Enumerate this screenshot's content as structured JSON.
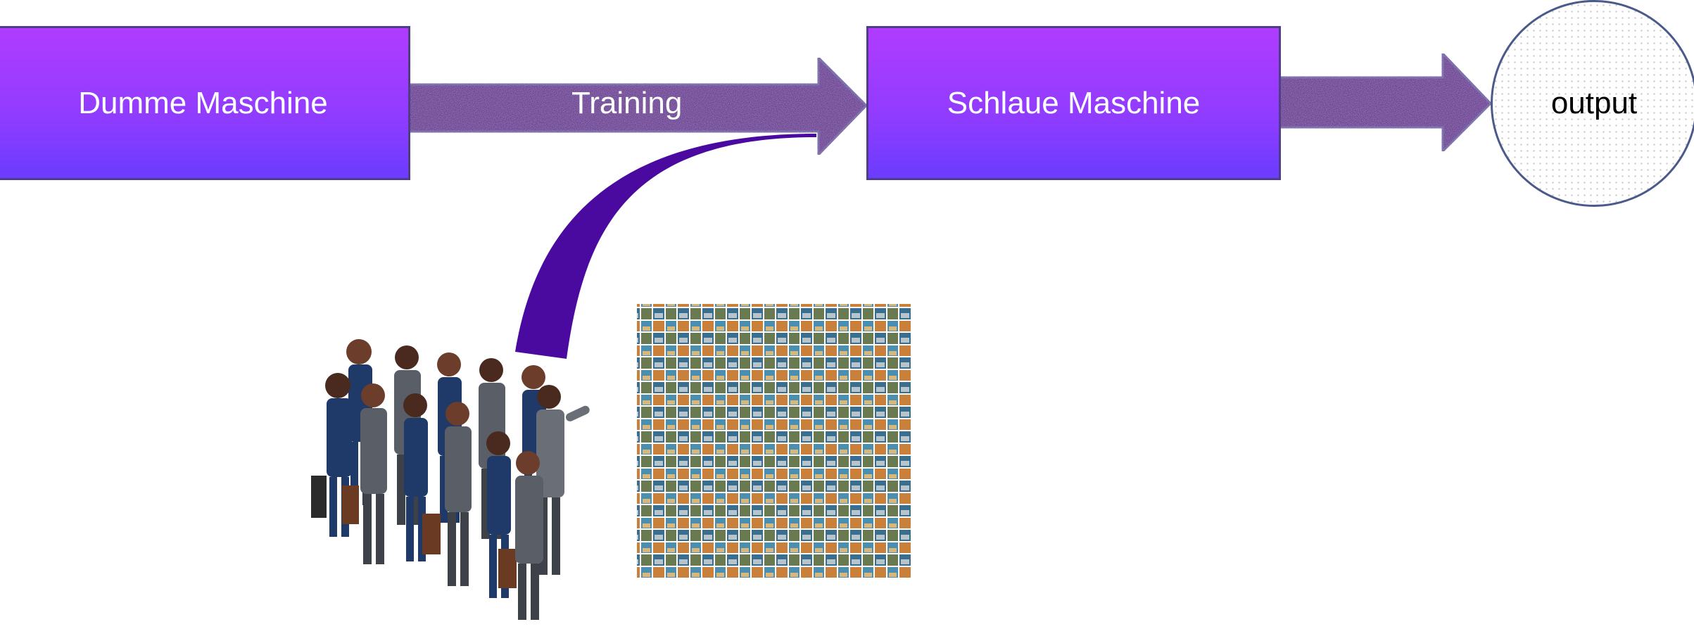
{
  "diagram": {
    "nodes": {
      "dumb_machine": "Dumme Maschine",
      "smart_machine": "Schlaue Maschine",
      "output": "output"
    },
    "edges": {
      "training_label": "Training"
    }
  },
  "colors": {
    "box_top": "#b03cff",
    "box_bottom": "#6b3cff",
    "arrow": "#3d1270",
    "curve": "#4a0aa0"
  }
}
